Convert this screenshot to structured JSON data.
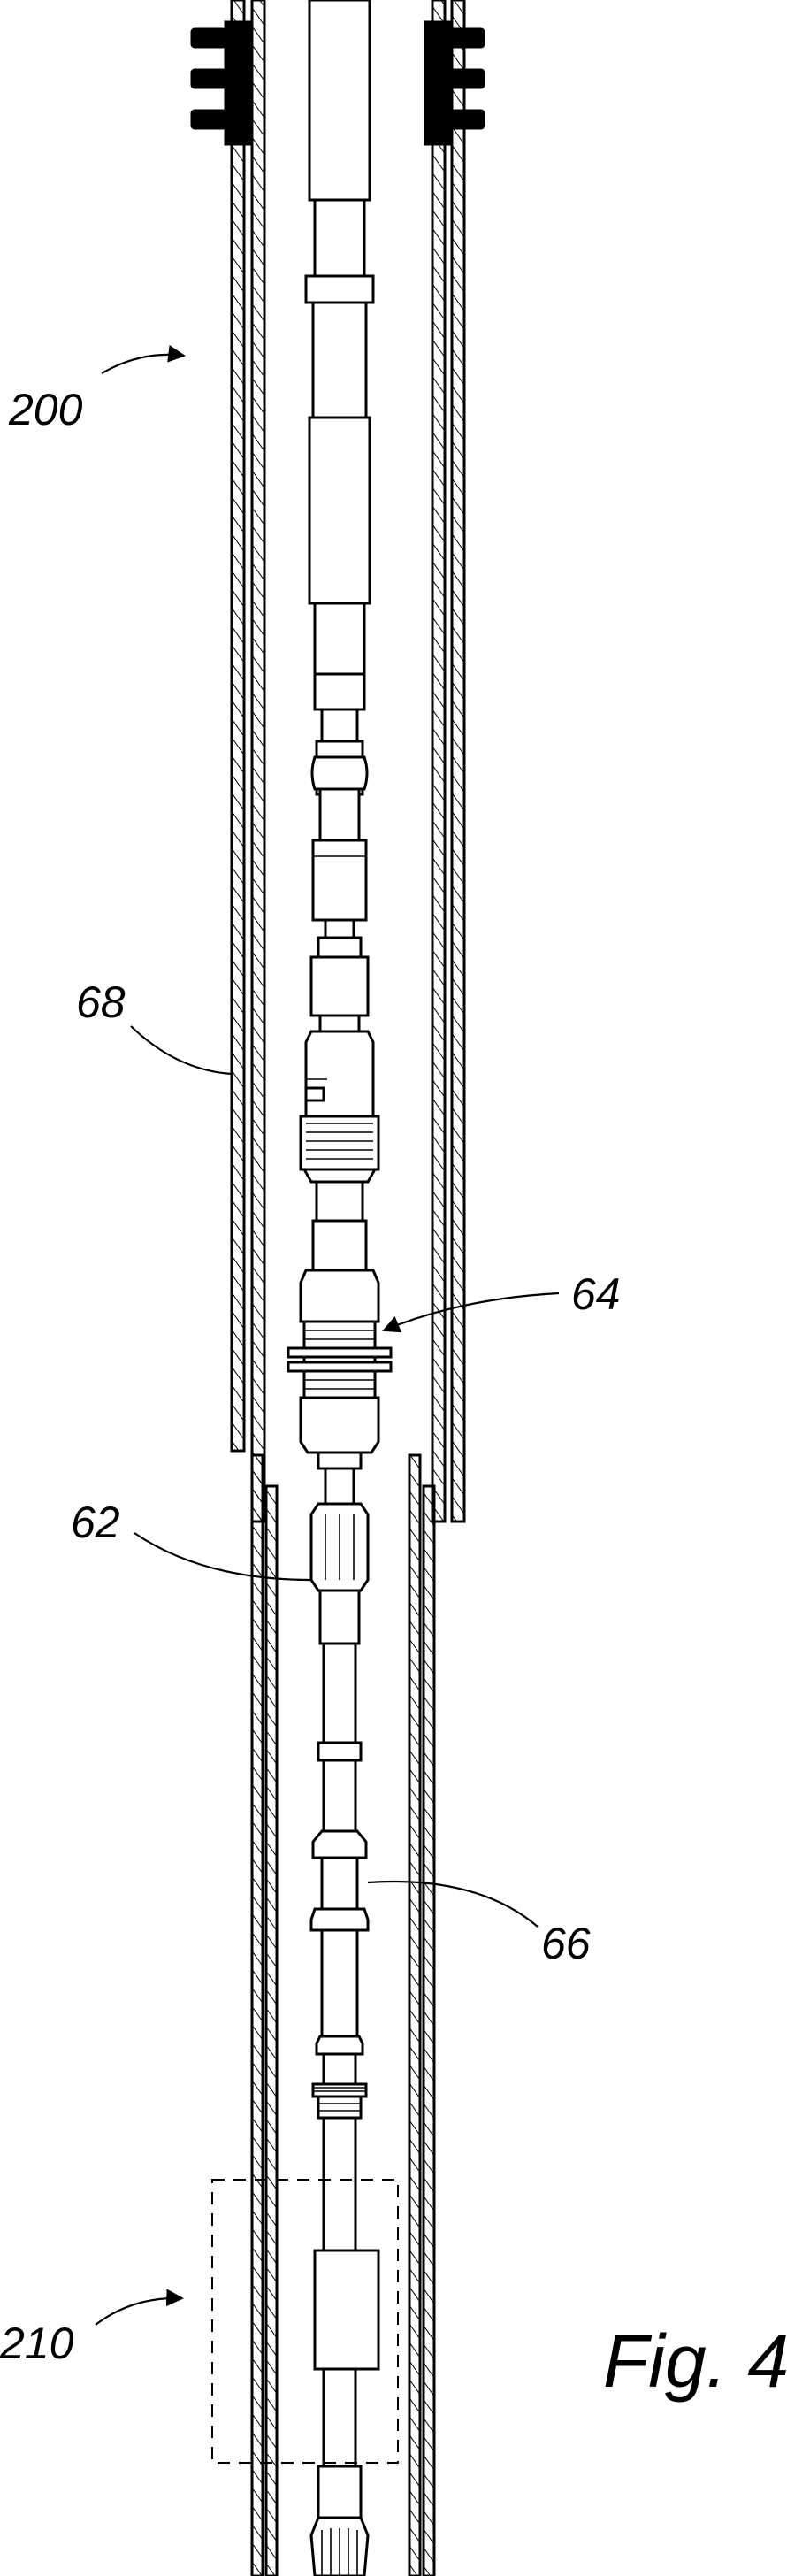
{
  "figure": {
    "caption": "Fig. 4",
    "labels": {
      "l200": "200",
      "l68": "68",
      "l64": "64",
      "l62": "62",
      "l66": "66",
      "l210": "210"
    }
  }
}
